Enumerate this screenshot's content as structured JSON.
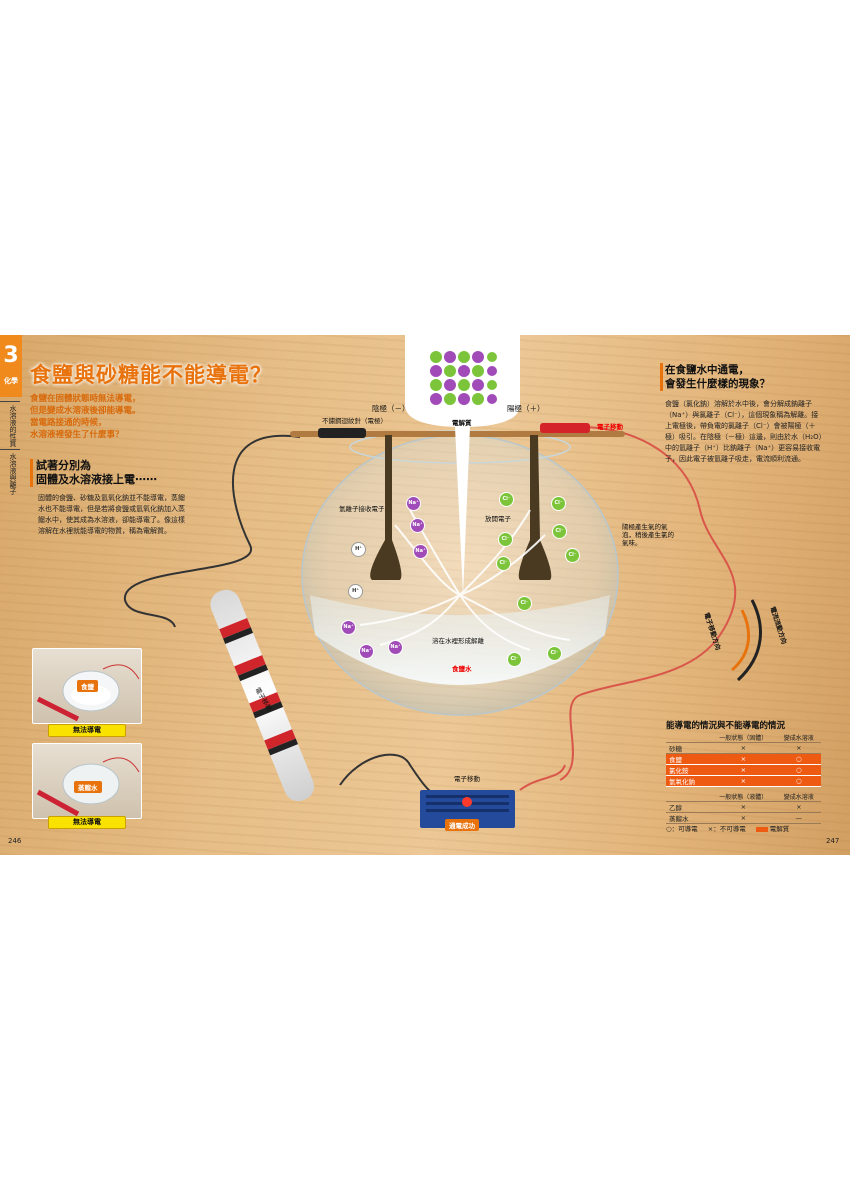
{
  "chapter": {
    "number": "3",
    "label": "化學"
  },
  "side_labels": [
    "水溶液的性質",
    "水溶液與離子"
  ],
  "title": "食鹽與砂糖能不能導電？",
  "intro": [
    "食鹽在固體狀態時無法導電，",
    "但是變成水溶液後卻能導電。",
    "當電路接通的時候，",
    "水溶液裡發生了什麼事？"
  ],
  "left_subhead": [
    "試著分別為",
    "固體及水溶液接上電⋯⋯"
  ],
  "left_body": "固體的食鹽、砂糖及氫氧化鈉並不能導電，蒸餾水也不能導電，但是若將食鹽或氫氧化鈉加入蒸餾水中，使其成為水溶液，卻能導電了。像這樣溶解在水裡就能導電的物質，稱為電解質。",
  "right_head": [
    "在食鹽水中通電，",
    "會發生什麼樣的現象？"
  ],
  "right_body": "食鹽（氯化鈉）溶解於水中後，會分解成鈉離子（Na⁺）與氯離子（Cl⁻），這個現象稱為解離。接上電極後，帶負電的氯離子（Cl⁻）會被陽極（＋極）吸引。在陰極（－極）這邊，則由於水（H₂O）中的氫離子（H⁺）比鈉離子（Na⁺）更容易接收電子，因此電子被氫離子吸走，電流順利流通。",
  "diagram": {
    "electrolyte_label": "電解質",
    "cathode": "陰極（－）",
    "anode": "陽極（＋）",
    "electrode_note": "不鏽鋼迴紋針（電極）",
    "electron_flow_top": "電子移動",
    "h_receive": "氫離子接收電子",
    "release": "放開電子",
    "bubble_note": "陽極產生氣的氣泡，稍後產生氯的氣味。",
    "dissociation": "溶在水裡形成解離",
    "saltwater": "食鹽水",
    "electron_dir": "電子移動方向",
    "current_dir": "電流流動方向",
    "electron_flow_bottom": "電子移動",
    "battery_note": "電子移動",
    "success": "通電成功",
    "ion_cl": "Cl⁻",
    "ion_na": "Na⁺",
    "ion_h": "H⁺"
  },
  "thumbs": [
    {
      "badge": "食鹽",
      "caption": "無法導電"
    },
    {
      "badge": "蒸餾水",
      "caption": "無法導電"
    }
  ],
  "table": {
    "title": "能導電的情況與不能導電的情況",
    "header1": [
      "",
      "一般狀態（固體）",
      "變成水溶液"
    ],
    "group1": [
      {
        "name": "砂糖",
        "a": "×",
        "b": "×",
        "hl": false
      },
      {
        "name": "食鹽",
        "a": "×",
        "b": "○",
        "hl": true
      },
      {
        "name": "氯化銨",
        "a": "×",
        "b": "○",
        "hl": true
      },
      {
        "name": "氫氧化鈉",
        "a": "×",
        "b": "○",
        "hl": true
      }
    ],
    "header2": [
      "",
      "一般狀態（液體）",
      "變成水溶液"
    ],
    "group2": [
      {
        "name": "乙醇",
        "a": "×",
        "b": "×",
        "hl": false
      },
      {
        "name": "蒸餾水",
        "a": "×",
        "b": "—",
        "hl": false
      }
    ],
    "legend": [
      "○：可導電",
      "×：不可導電",
      "電解質"
    ]
  },
  "page_left": "246",
  "page_right": "247"
}
